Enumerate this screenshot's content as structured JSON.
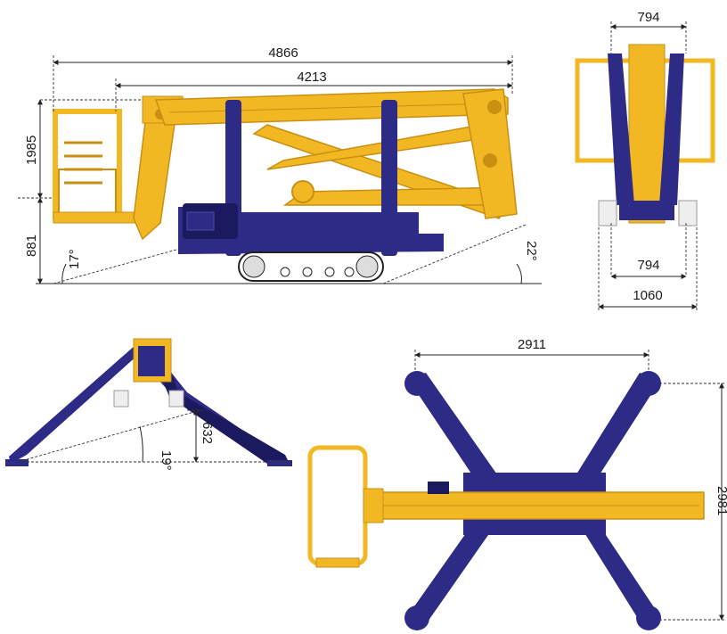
{
  "colors": {
    "yellow": "#f2b824",
    "yellow_dark": "#c98f12",
    "navy": "#2d2b85",
    "navy_dark": "#1c1a5e",
    "ground": "#cfcfcf"
  },
  "side_view": {
    "overall_length": "4866",
    "boom_length": "4213",
    "height_upper": "1985",
    "height_lower": "881",
    "angle_left": "17°",
    "angle_right": "22°"
  },
  "rear_view": {
    "top_width": "794",
    "track_width": "794",
    "outrigger_width": "1060"
  },
  "front_view": {
    "angle": "19°",
    "height": "632"
  },
  "top_view": {
    "outrigger_span_x": "2911",
    "outrigger_span_y": "2981"
  }
}
